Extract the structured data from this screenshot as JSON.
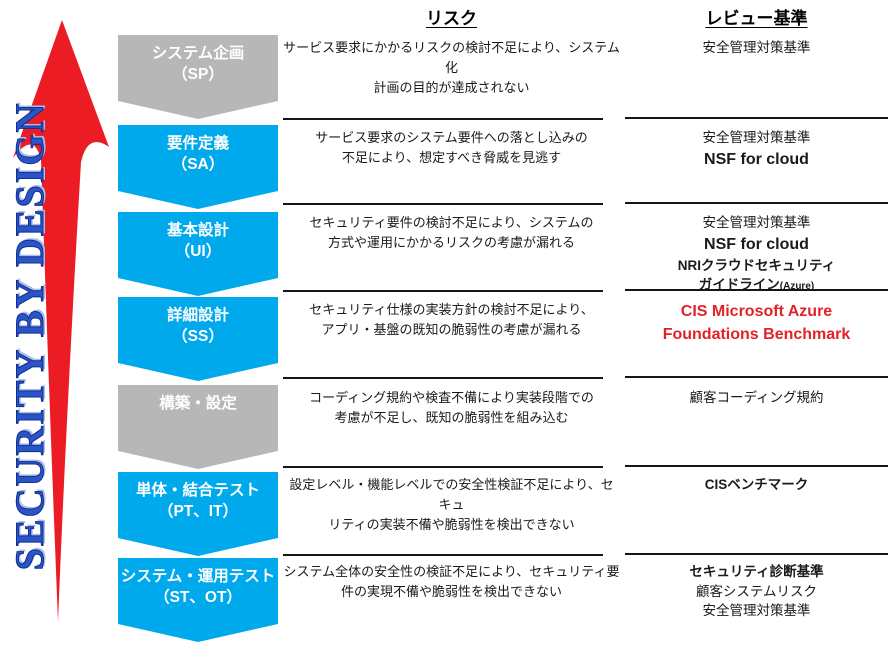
{
  "page": {
    "title_vertical": "SECURITY BY DESIGN"
  },
  "table": {
    "risk_header": "リスク",
    "review_header": "レビュー基準"
  },
  "colors": {
    "phase_blue": "#00a8ec",
    "phase_gray": "#b7b7b7",
    "highlight_red": "#e32228",
    "arrow_red": "#ec1c24",
    "title_blue": "#2b55c4"
  },
  "phases": [
    {
      "label": [
        "システム企画",
        "（SP）"
      ],
      "color": "gray",
      "risk": "サービス要求にかかるリスクの検討不足により、システム化\n計画の目的が達成されない",
      "review": [
        {
          "text": "安全管理対策基準"
        }
      ]
    },
    {
      "label": [
        "要件定義",
        "（SA）"
      ],
      "color": "blue",
      "risk": "サービス要求のシステム要件への落とし込みの\n不足により、想定すべき脅威を見逃す",
      "review": [
        {
          "text": "安全管理対策基準"
        },
        {
          "text": "NSF for cloud",
          "bold": true,
          "large": true
        }
      ]
    },
    {
      "label": [
        "基本設計",
        "（UI）"
      ],
      "color": "blue",
      "risk": "セキュリティ要件の検討不足により、システムの\n方式や運用にかかるリスクの考慮が漏れる",
      "review": [
        {
          "text": "安全管理対策基準"
        },
        {
          "text": "NSF for cloud",
          "bold": true,
          "large": true
        },
        {
          "text": "NRIクラウドセキュリティ",
          "bold": true
        },
        {
          "text": "ガイドライン",
          "suffix": "(Azure)",
          "bold": true
        }
      ]
    },
    {
      "label": [
        "詳細設計",
        "（SS）"
      ],
      "color": "blue",
      "risk": "セキュリティ仕様の実装方針の検討不足により、\nアプリ・基盤の既知の脆弱性の考慮が漏れる",
      "review": [
        {
          "text": "CIS Microsoft Azure",
          "bold": true,
          "red": true,
          "large": true
        },
        {
          "text": "Foundations Benchmark",
          "bold": true,
          "red": true,
          "large": true
        }
      ]
    },
    {
      "label": [
        "構築・設定"
      ],
      "color": "gray",
      "risk": "コーディング規約や検査不備により実装段階での\n考慮が不足し、既知の脆弱性を組み込む",
      "review": [
        {
          "text": "顧客コーディング規約"
        }
      ]
    },
    {
      "label": [
        "単体・結合テスト",
        "（PT、IT）"
      ],
      "color": "blue",
      "risk": "設定レベル・機能レベルでの安全性検証不足により、セキュ\nリティの実装不備や脆弱性を検出できない",
      "review": [
        {
          "text": "CISベンチマーク",
          "bold": true
        }
      ]
    },
    {
      "label": [
        "システム・運用テスト",
        "（ST、OT）"
      ],
      "color": "blue",
      "risk": "システム全体の安全性の検証不足により、セキュリティ要\n件の実現不備や脆弱性を検出できない",
      "review": [
        {
          "text": "セキュリティ診断基準",
          "bold": true
        },
        {
          "text": "顧客システムリスク"
        },
        {
          "text": "安全管理対策基準"
        }
      ]
    }
  ]
}
